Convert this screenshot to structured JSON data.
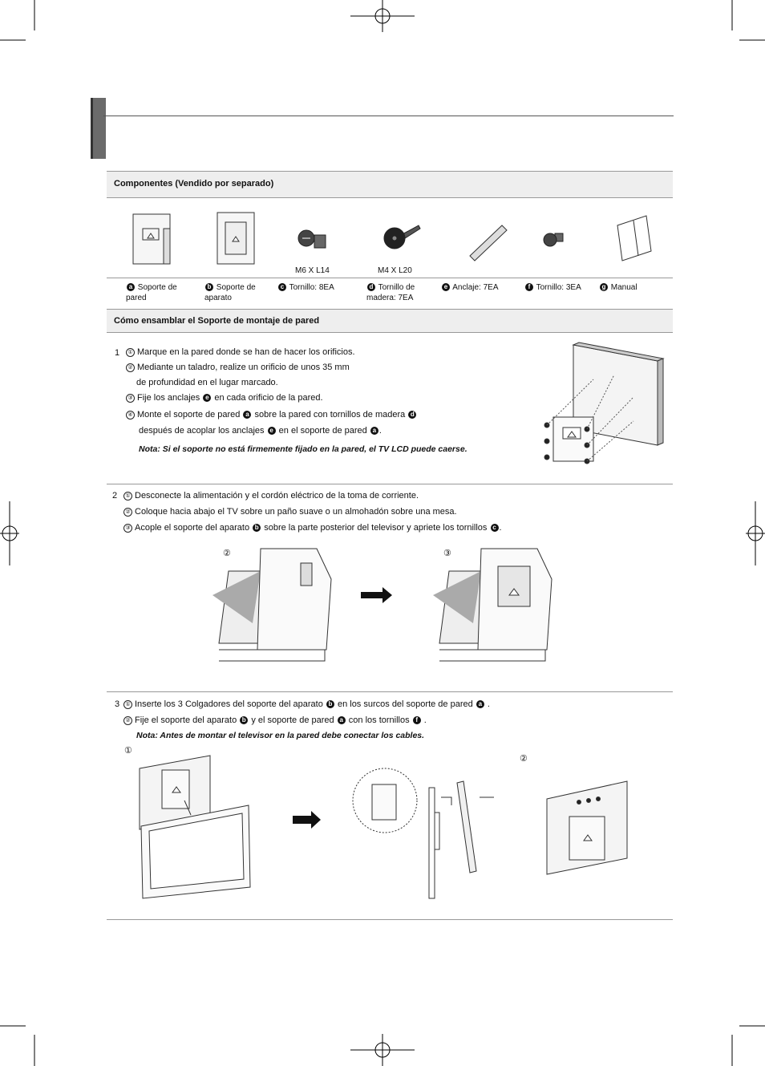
{
  "section1": {
    "title": "Componentes (Vendido por separado)",
    "screw_labels": [
      "M6 X L14",
      "M4 X L20"
    ],
    "components": [
      {
        "badge": "a",
        "label": "Soporte de pared"
      },
      {
        "badge": "b",
        "label": "Soporte de aparato"
      },
      {
        "badge": "c",
        "label": "Tornillo: 8EA"
      },
      {
        "badge": "d",
        "label": "Tornillo de madera: 7EA"
      },
      {
        "badge": "e",
        "label": "Anclaje: 7EA"
      },
      {
        "badge": "f",
        "label": "Tornillo: 3EA"
      },
      {
        "badge": "g",
        "label": "Manual"
      }
    ]
  },
  "section2": {
    "title": "Cómo ensamblar el Soporte de montaje de pared",
    "step1": {
      "number": "1",
      "marker_1": "①",
      "marker_2": "②",
      "marker_3": "③",
      "marker_4": "④",
      "line1": "Marque en la pared donde se han de hacer los orificios.",
      "line2a": "Mediante un taladro, realize un orificio de unos 35 mm",
      "line2b": "de profundidad en el lugar marcado.",
      "line3a": "Fije los anclajes",
      "line3b": "en cada orificio de la pared.",
      "line4a": "Monte el soporte de pared",
      "line4b": "sobre la pared con tornillos de madera",
      "line5a": "después de acoplar los anclajes",
      "line5b": "en el soporte de pared",
      "line5c": ".",
      "note": "Nota: Si el soporte no está firmemente fijado en la pared, el TV LCD puede caerse."
    },
    "step2": {
      "number": "2",
      "marker_1": "①",
      "marker_2": "②",
      "marker_3": "③",
      "line1": "Desconecte la alimentación y el cordón eléctrico de la toma de corriente.",
      "line2": "Coloque hacia abajo el TV sobre un paño suave o un almohadón sobre una mesa.",
      "line3a": "Acople el soporte del aparato",
      "line3b": "sobre la parte posterior del televisor y apriete los tornillos",
      "line3c": ".",
      "fig_label_2": "②",
      "fig_label_3": "③"
    },
    "step3": {
      "number": "3",
      "marker_1": "①",
      "marker_2": "②",
      "line1a": "Inserte los 3 Colgadores del soporte del aparato",
      "line1b": "en los surcos del soporte de pared",
      "line1c": ".",
      "line2a": "Fije el soporte del aparato",
      "line2b": "y el soporte de pared",
      "line2c": "con los tornillos",
      "line2d": ".",
      "note": "Nota: Antes de montar el televisor en la pared debe conectar los cables.",
      "fig_label_1": "①",
      "fig_label_2": "②"
    },
    "badges": {
      "a": "a",
      "b": "b",
      "c": "c",
      "d": "d",
      "e": "e",
      "f": "f"
    }
  }
}
